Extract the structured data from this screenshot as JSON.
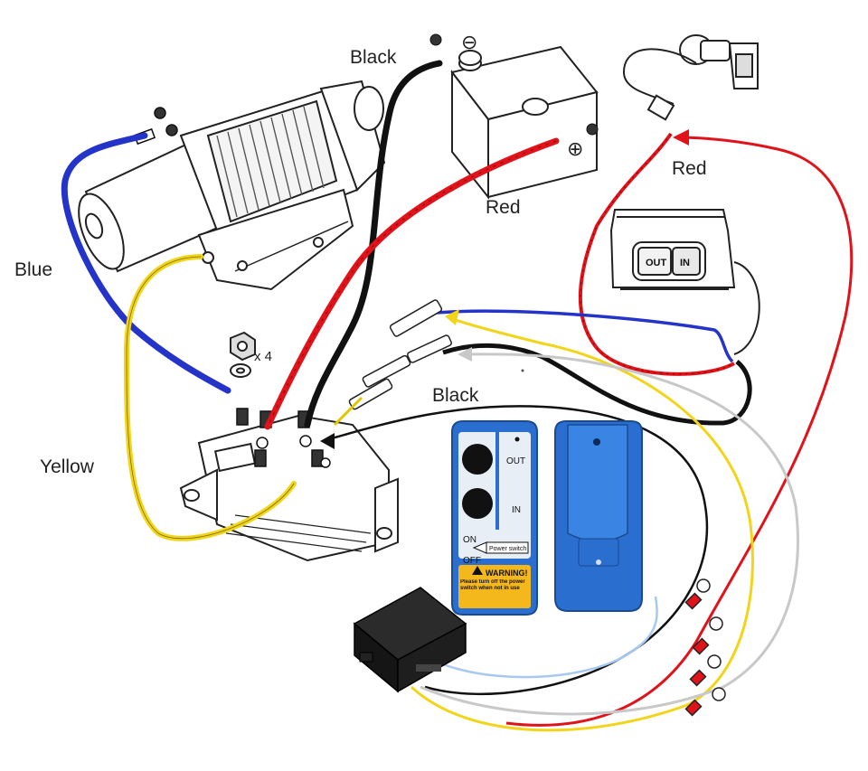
{
  "labels": {
    "blue": "Blue",
    "yellow": "Yellow",
    "black_top": "Black",
    "red_battery": "Red",
    "red_switch": "Red",
    "black_mid": "Black"
  },
  "battery": {
    "minus": "⊖",
    "plus": "⊕"
  },
  "nut": {
    "count": "x 4"
  },
  "switch": {
    "out": "OUT",
    "in": "IN"
  },
  "remote": {
    "out": "OUT",
    "in": "IN",
    "on": "ON",
    "off": "OFF",
    "power_switch": "Power switch",
    "warning_title": "WARNING!",
    "warning_text": "Please turn off the power switch when not in use"
  },
  "colors": {
    "blue": "#2434c8",
    "yellow": "#f2d51a",
    "black": "#111111",
    "red": "#e0131b",
    "grey": "#c8c8c8",
    "lightblue": "#a8c8ee",
    "remote_blue": "#2a6fd0"
  },
  "icons": [
    "winch-icon",
    "battery-icon",
    "ignition-key-icon",
    "rocker-switch-icon",
    "solenoid-box-icon",
    "remote-control-icon",
    "receiver-box-icon",
    "nut-washer-icon"
  ]
}
